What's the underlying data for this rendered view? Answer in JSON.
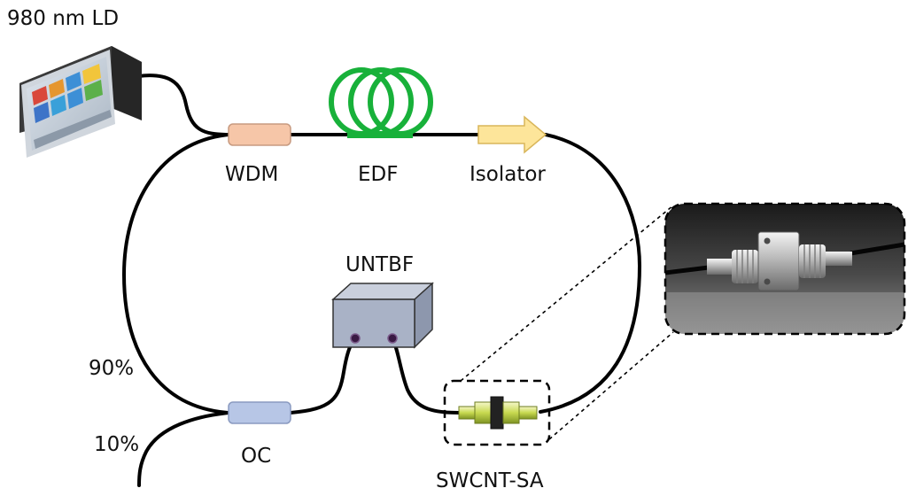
{
  "labels": {
    "ld": "980 nm LD",
    "wdm": "WDM",
    "edf": "EDF",
    "isolator": "Isolator",
    "untbf": "UNTBF",
    "oc": "OC",
    "sa": "SWCNT-SA",
    "split_90": "90%",
    "split_10": "10%"
  },
  "colors": {
    "fiber": "#000000",
    "wdm": "#f6c6a8",
    "edf": "#18b13a",
    "isolator": "#fde59a",
    "oc": "#b7c6e6",
    "untbf_front": "#a9b2c6",
    "untbf_top": "#c9cfdc",
    "untbf_side": "#8d97ad",
    "sa_body": "#c7d94f",
    "ld_body": "#2f2f2f"
  }
}
